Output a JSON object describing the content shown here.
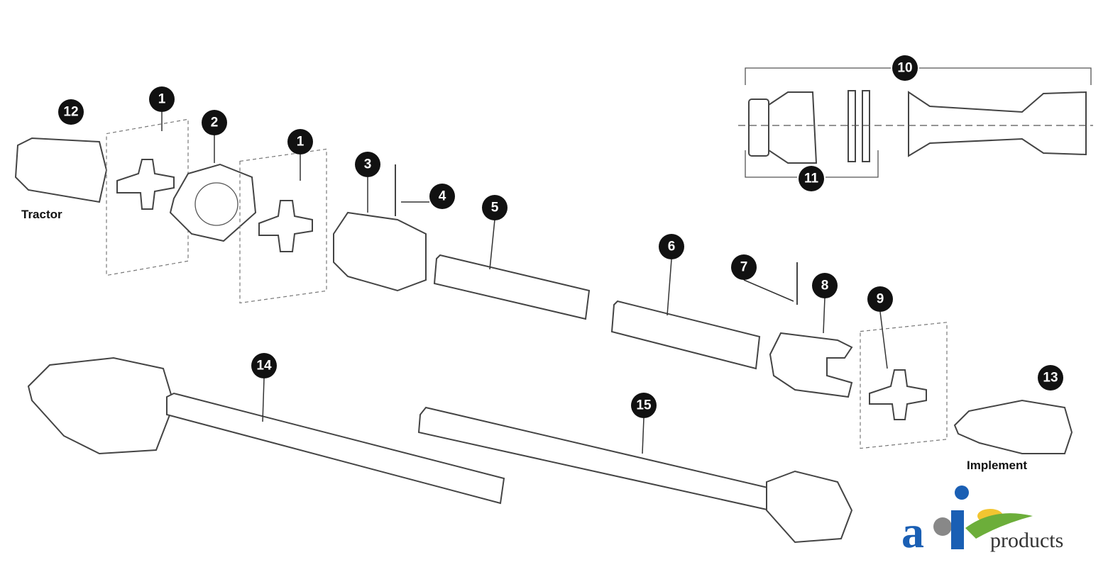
{
  "diagram": {
    "labels": {
      "tractor": "Tractor",
      "implement": "Implement"
    },
    "callouts": [
      "12",
      "1",
      "2",
      "1",
      "3",
      "4",
      "5",
      "6",
      "7",
      "8",
      "9",
      "10",
      "11",
      "13",
      "14",
      "15"
    ]
  },
  "logo": {
    "text": "products",
    "mark": "a&i",
    "colors": {
      "blue": "#1a5fb4",
      "green": "#6cae3a",
      "yellow": "#f2c531",
      "text": "#333333"
    }
  }
}
